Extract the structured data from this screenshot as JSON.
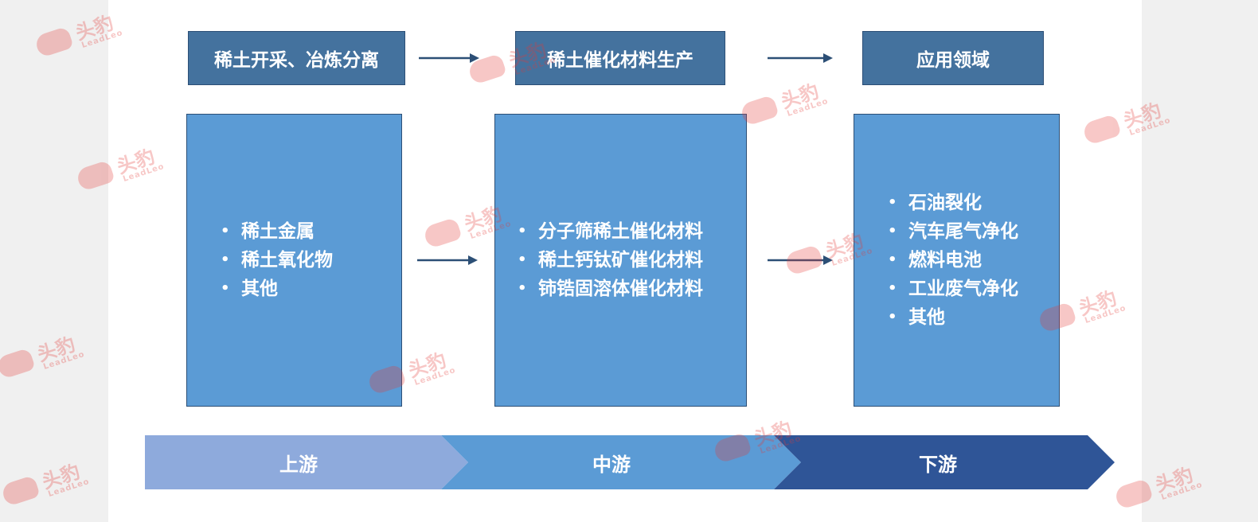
{
  "headers": {
    "upstream": "稀土开采、冶炼分离",
    "midstream": "稀土催化材料生产",
    "downstream": "应用领域"
  },
  "upstream_items": [
    "稀土金属",
    "稀土氧化物",
    "其他"
  ],
  "midstream_items": [
    "分子筛稀土催化材料",
    "稀土钙钛矿催化材料",
    "铈锆固溶体催化材料"
  ],
  "downstream_items": [
    "石油裂化",
    "汽车尾气净化",
    "燃料电池",
    "工业废气净化",
    "其他"
  ],
  "bullet_glyph": "•",
  "stages": {
    "upstream": "上游",
    "midstream": "中游",
    "downstream": "下游"
  },
  "watermark": {
    "text": "头豹",
    "sub": "LeadLeo"
  },
  "colors": {
    "header_fill": "#44729e",
    "content_fill": "#5b9bd5",
    "arrow": "#2c4f76",
    "stage_upstream": "#8eaadc",
    "stage_midstream": "#5b9bd5",
    "stage_downstream": "#2f5597"
  }
}
